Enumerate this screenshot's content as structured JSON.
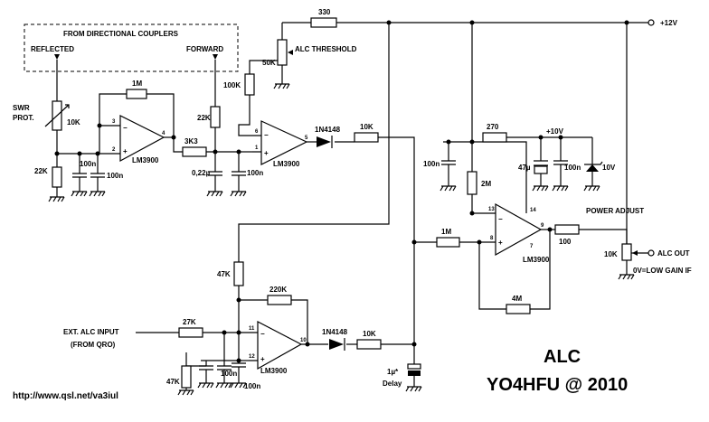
{
  "box_title": "FROM DIRECTIONAL COUPLERS",
  "reflected": "REFLECTED",
  "forward": "FORWARD",
  "swr1": "SWR",
  "swr2": "PROT.",
  "r_10k_swr": "10K",
  "r_22k_a": "22K",
  "c_100n_a": "100n",
  "c_100n_b": "100n",
  "r_1m_a": "1M",
  "ic_a": "LM3900",
  "r_3k3": "3K3",
  "r_22k_b": "22K",
  "r_100k": "100K",
  "c_022u": "0,22µ",
  "c_100n_c": "100n",
  "pot_50k": "50K",
  "alc_threshold": "ALC THRESHOLD",
  "r_330": "330",
  "plus12": "+12V",
  "ic_b": "LM3900",
  "diode_a": "1N4148",
  "r_10k_a": "10K",
  "c_100n_d": "100n",
  "r_2m": "2M",
  "r_270": "270",
  "plus10": "+10V",
  "c_47u": "47µ",
  "c_100n_e": "100n",
  "z_10v": "10V",
  "r_1m_b": "1M",
  "ic_c": "LM3900",
  "power_adjust": "POWER ADJUST",
  "r_100": "100",
  "pot_10k": "10K",
  "alc_out": "ALC OUT",
  "low_gain": "0V=LOW GAIN IF",
  "r_4m": "4M",
  "r_47k_a": "47K",
  "r_220k": "220K",
  "ext1": "EXT. ALC INPUT",
  "ext2": "(FROM QRO)",
  "r_27k": "27K",
  "ic_d": "LM3900",
  "diode_b": "1N4148",
  "r_10k_b": "10K",
  "c_1u": "1µ*",
  "delay": "Delay",
  "r_47k_b": "47K",
  "c_100n_f": "100n",
  "c_100n_g": "100n",
  "title_alc": "ALC",
  "title_call": "YO4HFU @ 2010",
  "url": "http://www.qsl.net/va3iul",
  "pins": {
    "p3": "3",
    "p2": "2",
    "p4": "4",
    "p6": "6",
    "p1": "1",
    "p5": "5",
    "p13": "13",
    "p8": "8",
    "p14": "14",
    "p7": "7",
    "p9": "9",
    "p11": "11",
    "p12": "12",
    "p10": "10"
  }
}
